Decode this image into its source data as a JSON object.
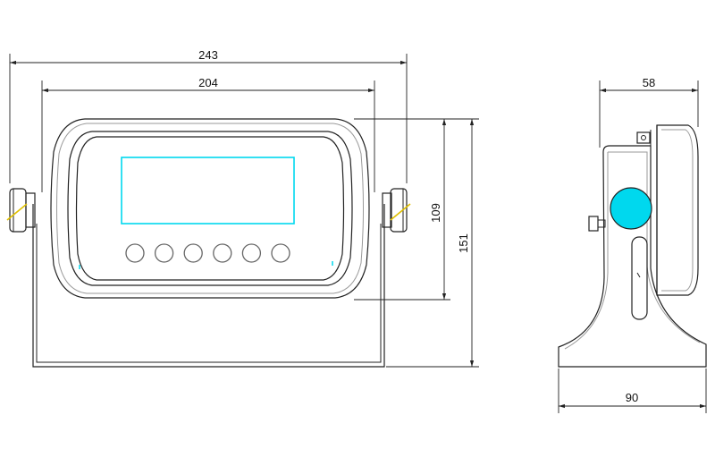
{
  "dimensions": {
    "overall_width": "243",
    "inner_width": "204",
    "screen_height": "109",
    "overall_height": "151",
    "side_depth": "58",
    "base_depth": "90"
  },
  "colors": {
    "line": "#222222",
    "accent_cyan": "#00d8ee",
    "knob_yellow": "#e0c000",
    "grey": "#9a9a9a"
  },
  "buttons": {
    "count": 6
  }
}
